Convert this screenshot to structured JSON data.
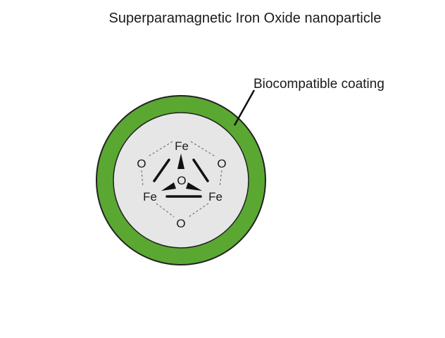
{
  "diagram": {
    "title": "Superparamagnetic Iron Oxide nanoparticle",
    "coating_label": "Biocompatible coating",
    "atoms": {
      "fe_top": "Fe",
      "fe_left": "Fe",
      "fe_right": "Fe",
      "o_center": "O",
      "o_upper_left": "O",
      "o_upper_right": "O",
      "o_bottom": "O"
    },
    "colors": {
      "coating": "#5aa832",
      "coating_outline": "#222222",
      "core": "#e6e6e6",
      "ink": "#111111",
      "dashed": "#777777"
    }
  }
}
